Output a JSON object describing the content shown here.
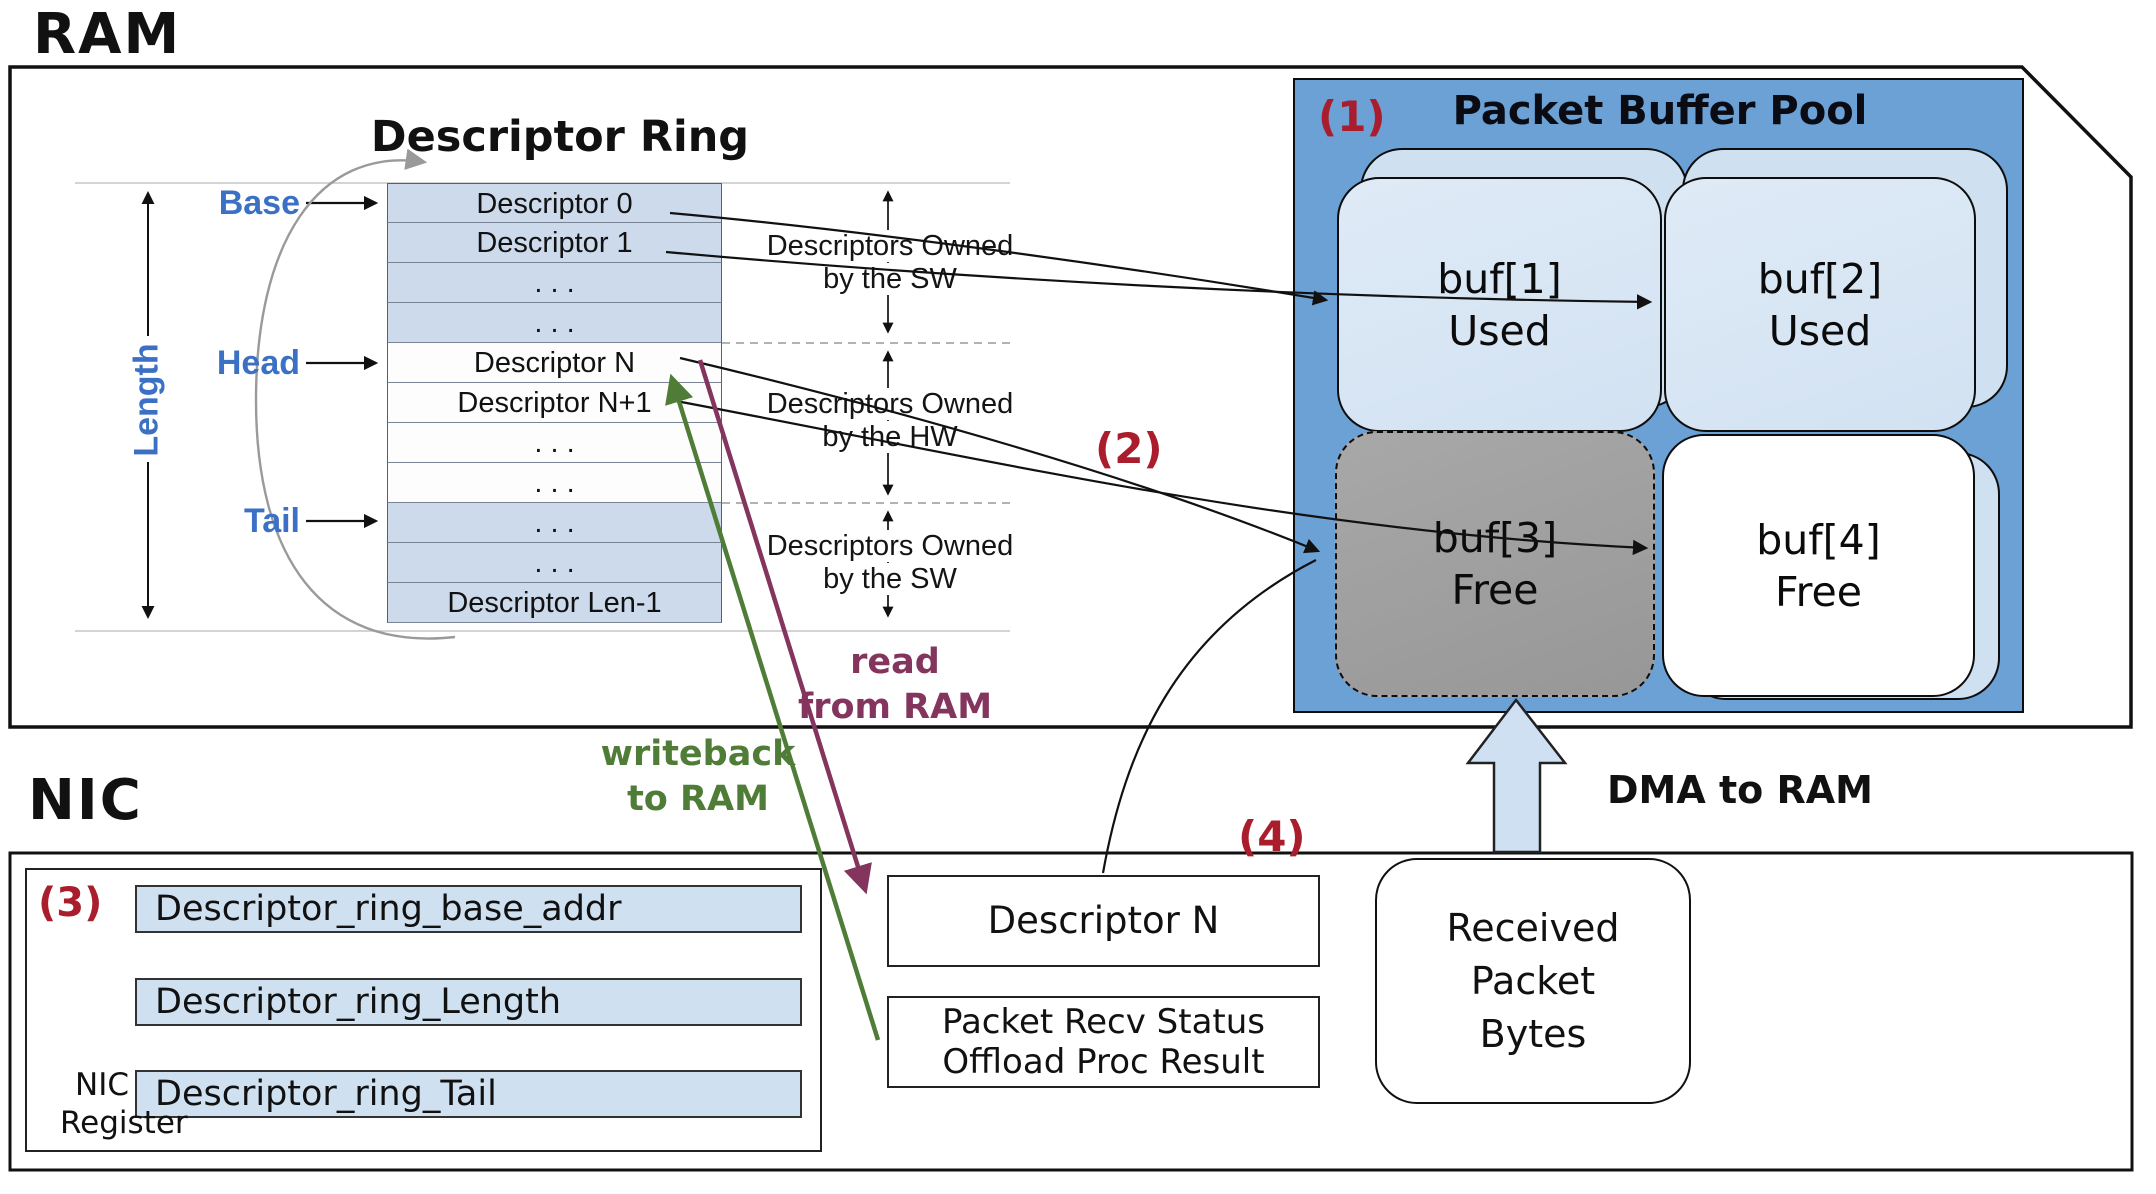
{
  "ram": {
    "title": "RAM"
  },
  "nic": {
    "title": "NIC"
  },
  "descriptor_ring": {
    "title": "Descriptor Ring",
    "rows": [
      {
        "label": "Descriptor 0"
      },
      {
        "label": "Descriptor 1"
      },
      {
        "label": ". . ."
      },
      {
        "label": ". . ."
      },
      {
        "label": "Descriptor N"
      },
      {
        "label": "Descriptor N+1"
      },
      {
        "label": ". . ."
      },
      {
        "label": ". . ."
      },
      {
        "label": ". . ."
      },
      {
        "label": ". . ."
      },
      {
        "label": "Descriptor Len-1"
      }
    ],
    "pointers": {
      "base": "Base",
      "head": "Head",
      "tail": "Tail",
      "length": "Length"
    },
    "sections": [
      {
        "line1": "Descriptors Owned",
        "line2": "by the SW"
      },
      {
        "line1": "Descriptors Owned",
        "line2": "by the HW"
      },
      {
        "line1": "Descriptors Owned",
        "line2": "by the SW"
      }
    ]
  },
  "buffer_pool": {
    "marker": "(1)",
    "title": "Packet Buffer Pool",
    "buffers": [
      {
        "name": "buf[1]",
        "state": "Used"
      },
      {
        "name": "buf[2]",
        "state": "Used"
      },
      {
        "name": "buf[3]",
        "state": "Free"
      },
      {
        "name": "buf[4]",
        "state": "Free"
      }
    ]
  },
  "nic_registers": {
    "marker": "(3)",
    "items": [
      "Descriptor_ring_base_addr",
      "Descriptor_ring_Length",
      "Descriptor_ring_Tail"
    ],
    "caption_line1": "NIC",
    "caption_line2": "Register"
  },
  "nic_boxes": {
    "descriptor_n": "Descriptor N",
    "packet_recv_line1": "Packet Recv Status",
    "packet_recv_line2": "Offload Proc Result",
    "received_line1": "Received",
    "received_line2": "Packet",
    "received_line3": "Bytes"
  },
  "annotations": {
    "marker2": "(2)",
    "marker4": "(4)",
    "read_line1": "read",
    "read_line2": "from RAM",
    "writeback_line1": "writeback",
    "writeback_line2": "to RAM",
    "dma": "DMA to RAM"
  },
  "colors": {
    "pool_blue": "#6ba1d4",
    "buffer_light_blue": "#d9e6f4",
    "buffer_shadow_blue": "#cfe0f1",
    "free_gray": "#a3a3a3",
    "table_row_blue": "#ccdaec",
    "register_blue": "#cfe0f0",
    "marker_red": "#aa1d2c",
    "read_maroon": "#84355e",
    "writeback_green": "#4f7d37",
    "pointer_label_blue": "#3b70c4",
    "dma_arrow_fill": "#cfe0f2"
  }
}
